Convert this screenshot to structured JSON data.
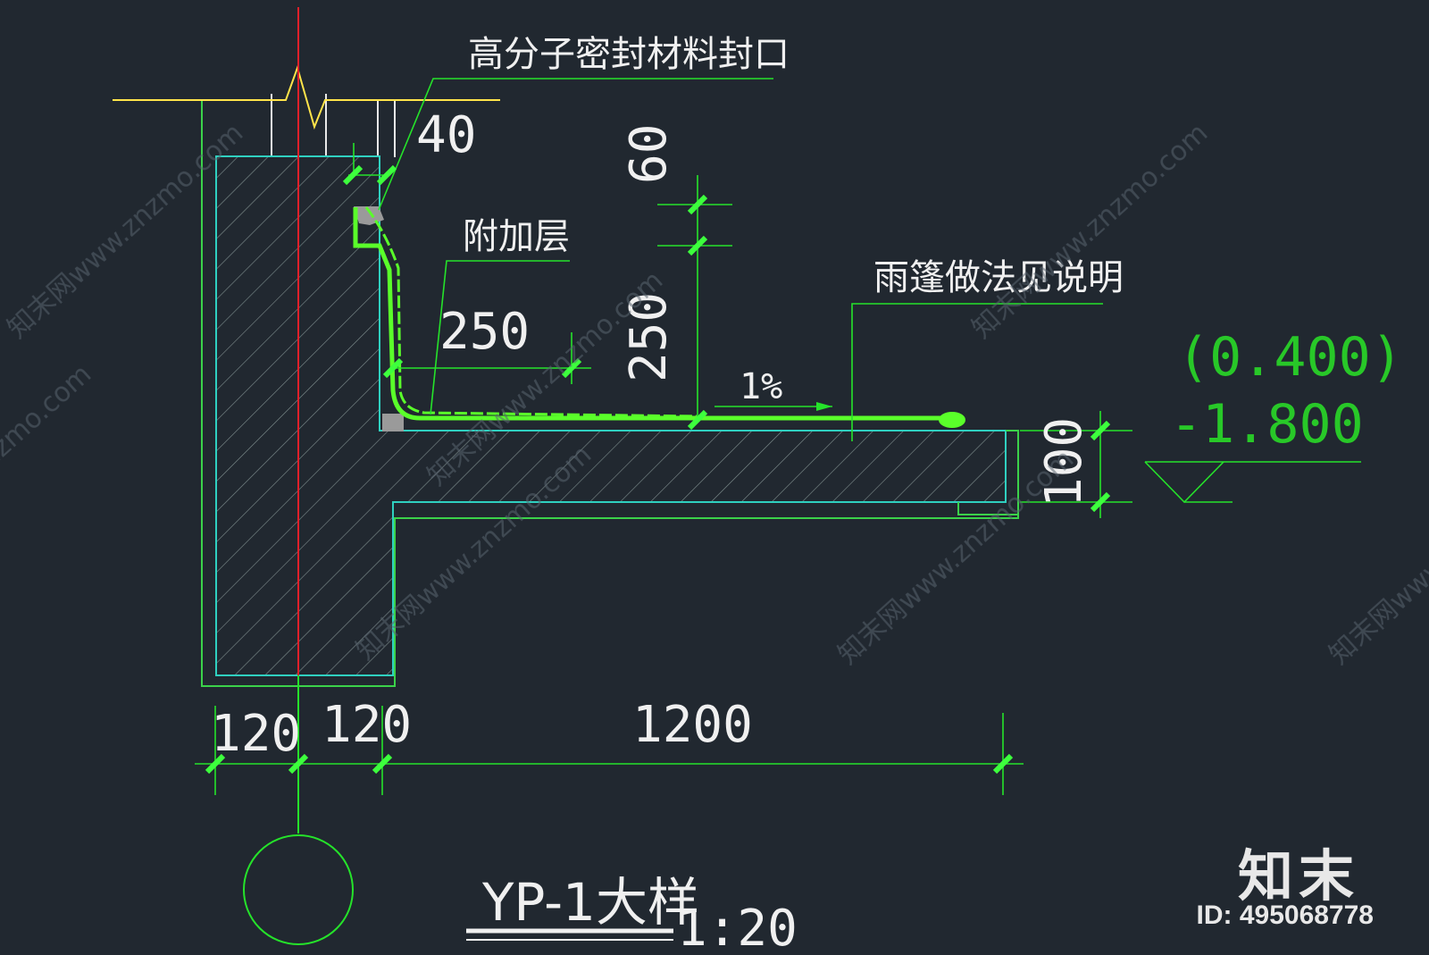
{
  "drawing": {
    "background": "#212830",
    "colors": {
      "structure": "#2fd0c0",
      "outline": "#3bd24a",
      "dimension": "#25e32a",
      "tick": "#3dff3d",
      "membrane": "#5aff2a",
      "axis_red": "#e0202a",
      "leader": "#ffe44a",
      "text": "#f0f0f0",
      "elevation": "#28c828",
      "sealant": "#9a9a9a"
    },
    "labels": {
      "sealant": "高分子密封材料封口",
      "additional_layer": "附加层",
      "canopy_note": "雨篷做法见说明",
      "slope": "1%",
      "title": "YP-1大样",
      "scale": "1:20"
    },
    "dimensions": {
      "top_gap": "40",
      "upturn_height": "60",
      "vertical_250": "250",
      "horizontal_250": "250",
      "slab_thickness": "100",
      "wall_left": "120",
      "wall_right": "120",
      "canopy_length": "1200"
    },
    "elevations": {
      "upper": "(0.400)",
      "lower": "-1.800"
    }
  },
  "watermark": {
    "site": "知末网www.znzmo.com",
    "brand": "知末",
    "id": "ID: 495068778"
  }
}
